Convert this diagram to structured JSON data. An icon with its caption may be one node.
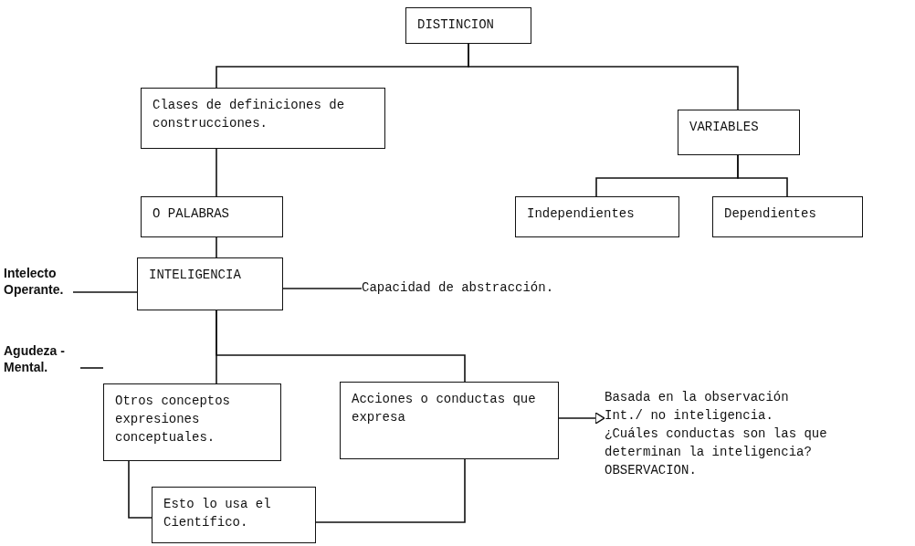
{
  "diagram": {
    "nodes": [
      {
        "text": [
          "DISTINCION"
        ]
      },
      {
        "text": [
          "Clases de definiciones de construcciones."
        ]
      },
      {
        "text": [
          "VARIABLES"
        ]
      },
      {
        "text": [
          "Independientes"
        ]
      },
      {
        "text": [
          "Dependientes"
        ]
      },
      {
        "text": [
          "O PALABRAS"
        ]
      },
      {
        "text": [
          "INTELIGENCIA"
        ]
      },
      {
        "text": [
          "Intelecto Operante."
        ]
      },
      {
        "text": [
          "Capacidad de abstracción."
        ]
      },
      {
        "text": [
          "Agudeza - Mental."
        ]
      },
      {
        "text": [
          "Otros conceptos expresiones conceptuales."
        ]
      },
      {
        "text": [
          "Acciones o conductas que expresa"
        ]
      },
      {
        "text": [
          "Esto lo usa el Científico."
        ]
      },
      {
        "text": [
          "Basada en la observación",
          "Int./ no inteligencia.",
          "¿Cuáles conductas son las que determinan la inteligencia?",
          "OBSERVACION."
        ]
      }
    ],
    "edges": [
      {
        "from": 0,
        "to": 1,
        "arrow": "none"
      },
      {
        "from": 0,
        "to": 2,
        "arrow": "none"
      },
      {
        "from": 1,
        "to": 5,
        "arrow": "none"
      },
      {
        "from": 2,
        "to": 3,
        "arrow": "none"
      },
      {
        "from": 2,
        "to": 4,
        "arrow": "none"
      },
      {
        "from": 5,
        "to": 6,
        "arrow": "none"
      },
      {
        "from": 7,
        "to": 6,
        "arrow": "none"
      },
      {
        "from": 6,
        "to": 8,
        "arrow": "none"
      },
      {
        "from": 6,
        "to": 10,
        "arrow": "none"
      },
      {
        "from": 6,
        "to": 11,
        "arrow": "none"
      },
      {
        "from": 9,
        "to": 10,
        "arrow": "none"
      },
      {
        "from": 11,
        "to": 13,
        "arrow": "to"
      },
      {
        "from": 10,
        "to": 12,
        "arrow": "none"
      },
      {
        "from": 12,
        "to": 11,
        "arrow": "none"
      }
    ]
  }
}
